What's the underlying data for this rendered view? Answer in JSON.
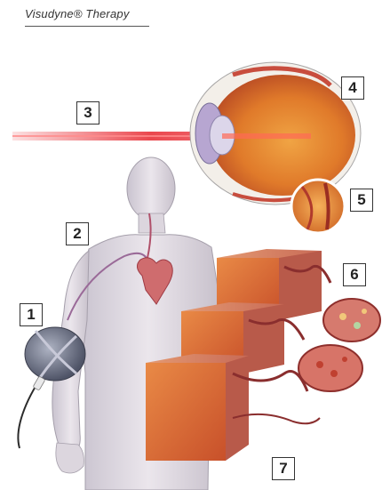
{
  "title": "Visudyne® Therapy",
  "callouts": [
    "1",
    "2",
    "3",
    "4",
    "5",
    "6",
    "7"
  ],
  "colors": {
    "laser": "#e8333a",
    "body": "#d9d4dc",
    "tissue": "#d9692f",
    "vessel": "#c8423c",
    "eye_sclera": "#f1ece6"
  }
}
